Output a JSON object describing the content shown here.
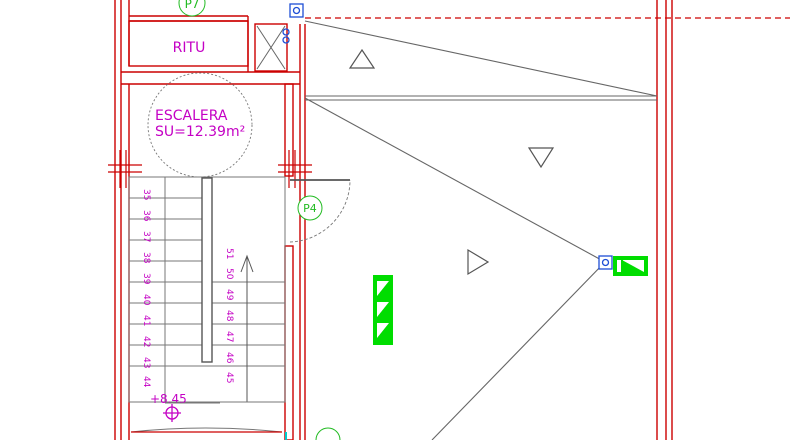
{
  "labels": {
    "room_ritu": "RITU",
    "stair_title": "ESCALERA",
    "stair_area": "SU=12.39m²",
    "level": "+8.45"
  },
  "doors": {
    "top": "P7",
    "stair": "P4"
  },
  "step_numbers_left": [
    "35",
    "36",
    "37",
    "38",
    "39",
    "40",
    "41",
    "42",
    "43",
    "44"
  ],
  "step_numbers_right": [
    "51",
    "50",
    "49",
    "48",
    "47",
    "46",
    "45"
  ],
  "colors": {
    "wall": "#cc0000",
    "line": "#666666",
    "text": "#c400c4",
    "door_label": "#22bb22",
    "symbol": "#00dd00",
    "marker": "#1e4fd6"
  }
}
